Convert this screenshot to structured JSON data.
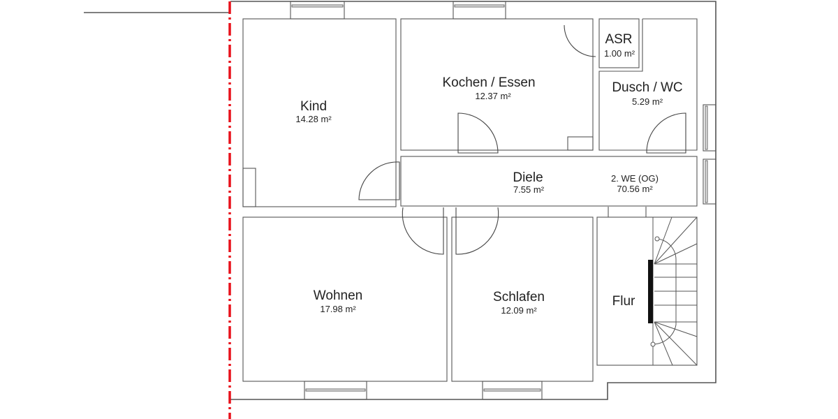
{
  "plan": {
    "colors": {
      "wall": "#555555",
      "axis_line": "#e8101a",
      "stair_rail": "#111111",
      "background": "#ffffff"
    },
    "unit": {
      "label": "2. WE (OG)",
      "area": "70.56 m²"
    },
    "rooms": [
      {
        "id": "kind",
        "name": "Kind",
        "area": "14.28 m²"
      },
      {
        "id": "kochen",
        "name": "Kochen / Essen",
        "area": "12.37 m²"
      },
      {
        "id": "asr",
        "name": "ASR",
        "area": "1.00 m²"
      },
      {
        "id": "dusch",
        "name": "Dusch / WC",
        "area": "5.29 m²"
      },
      {
        "id": "diele",
        "name": "Diele",
        "area": "7.55 m²"
      },
      {
        "id": "wohnen",
        "name": "Wohnen",
        "area": "17.98 m²"
      },
      {
        "id": "schlafen",
        "name": "Schlafen",
        "area": "12.09 m²"
      },
      {
        "id": "flur",
        "name": "Flur",
        "area": ""
      }
    ]
  }
}
